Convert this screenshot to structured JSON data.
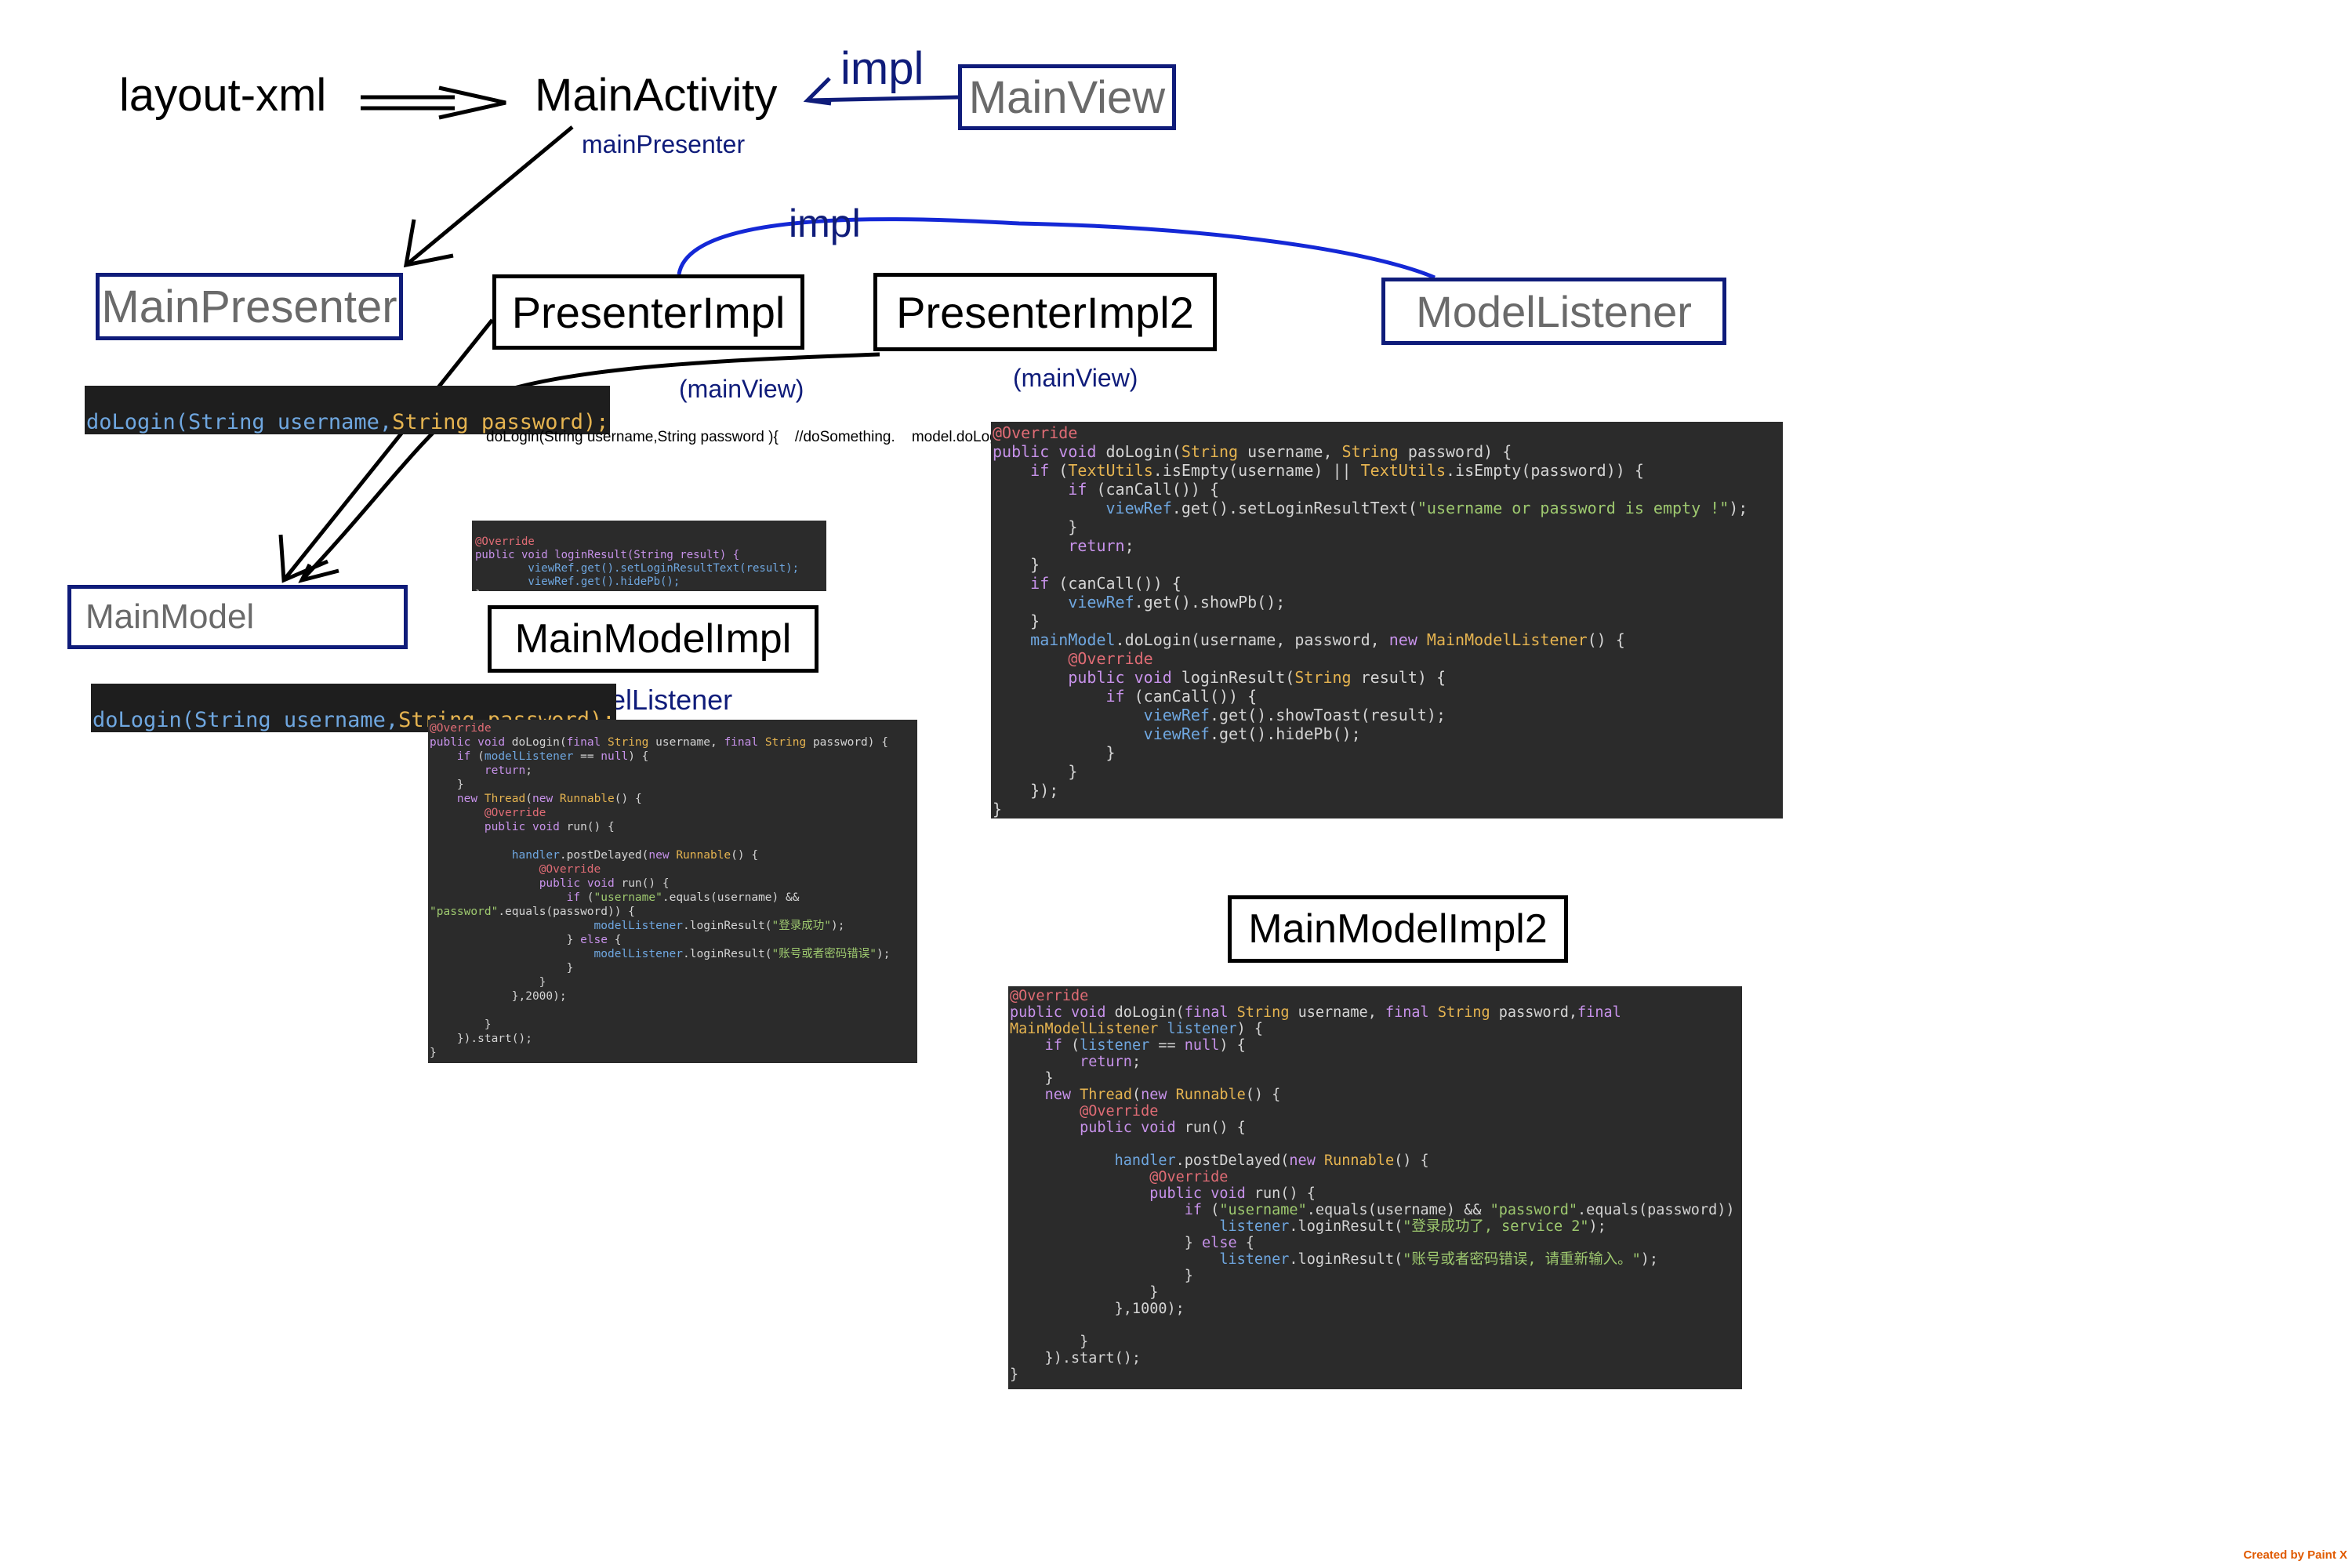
{
  "top": {
    "layout_xml": "layout-xml",
    "main_activity": "MainActivity",
    "main_presenter_field": "mainPresenter",
    "impl_top": "impl",
    "main_view": "MainView"
  },
  "row2": {
    "main_presenter": "MainPresenter",
    "presenter_impl": "PresenterImpl",
    "impl_curve": "impl",
    "presenter_impl2": "PresenterImpl2",
    "model_listener": "ModelListener",
    "main_view_param1": "(mainView)",
    "main_view_param2": "(mainView)"
  },
  "presenter_sig": {
    "line1": "doLogin(String username,",
    "line2": "String password);"
  },
  "presenter_impl_plain": {
    "l1": "doLogin(String username,String password ){",
    "l2": "    //doSomething.",
    "l3": "",
    "l4": "    model.doLogin(username,password);",
    "l5": "}"
  },
  "small_code": {
    "l1": "@Override",
    "l2": "public void loginResult(String result) {",
    "l3": "        viewRef.get().setLoginResultText(result);",
    "l4": "        viewRef.get().hidePb();",
    "l5": "}"
  },
  "model": {
    "main_model": "MainModel",
    "main_model_impl": "MainModelImpl",
    "model_listener_field": "modelListener",
    "main_model_impl2": "MainModelImpl2",
    "sig_line1": "doLogin(String username,",
    "sig_line2": "String password);"
  },
  "code_impl1": [
    "@Override",
    "public void doLogin(final String username, final String password) {",
    "    if (modelListener == null) {",
    "        return;",
    "    }",
    "    new Thread(new Runnable() {",
    "        @Override",
    "        public void run() {",
    "",
    "            handler.postDelayed(new Runnable() {",
    "                @Override",
    "                public void run() {",
    "                    if (\"username\".equals(username) &&",
    "\"password\".equals(password)) {",
    "                        modelListener.loginResult(\"登录成功\");",
    "                    } else {",
    "                        modelListener.loginResult(\"账号或者密码错误\");",
    "                    }",
    "                }",
    "            },2000);",
    "",
    "        }",
    "    }).start();",
    "}"
  ],
  "code_presenter2": [
    "@Override",
    "public void doLogin(String username, String password) {",
    "    if (TextUtils.isEmpty(username) || TextUtils.isEmpty(password)) {",
    "        if (canCall()) {",
    "            viewRef.get().setLoginResultText(\"username or password is empty !\");",
    "        }",
    "        return;",
    "    }",
    "    if (canCall()) {",
    "        viewRef.get().showPb();",
    "    }",
    "    mainModel.doLogin(username, password, new MainModelListener() {",
    "        @Override",
    "        public void loginResult(String result) {",
    "            if (canCall()) {",
    "                viewRef.get().showToast(result);",
    "                viewRef.get().hidePb();",
    "            }",
    "        }",
    "    });",
    "}"
  ],
  "code_impl2": [
    "@Override",
    "public void doLogin(final String username, final String password,final",
    "MainModelListener listener) {",
    "    if (listener == null) {",
    "        return;",
    "    }",
    "    new Thread(new Runnable() {",
    "        @Override",
    "        public void run() {",
    "",
    "            handler.postDelayed(new Runnable() {",
    "                @Override",
    "                public void run() {",
    "                    if (\"username\".equals(username) && \"password\".equals(password)) {",
    "                        listener.loginResult(\"登录成功了, service 2\");",
    "                    } else {",
    "                        listener.loginResult(\"账号或者密码错误, 请重新输入。\");",
    "                    }",
    "                }",
    "            },1000);",
    "",
    "        }",
    "    }).start();",
    "}"
  ],
  "credit": "Created by Paint X",
  "colors": {
    "navy": "#0f1c7a",
    "code_bg": "#2b2b2b",
    "curve_blue": "#1428d6"
  }
}
